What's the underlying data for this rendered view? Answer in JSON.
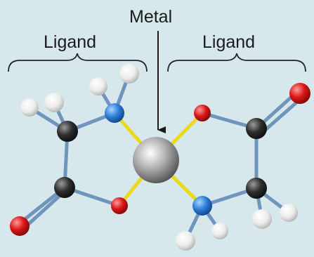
{
  "labels": {
    "metal": "Metal",
    "ligand_left": "Ligand",
    "ligand_right": "Ligand"
  },
  "colors": {
    "background": "#d6e8ec",
    "bond": "#6f95bd",
    "coordination_bond": "#ecd81d",
    "metal": "#8f8f8f",
    "carbon": "#2b2b2b",
    "nitrogen": "#2d7fd6",
    "oxygen": "#d81a1a",
    "hydrogen": "#eeeeee"
  }
}
